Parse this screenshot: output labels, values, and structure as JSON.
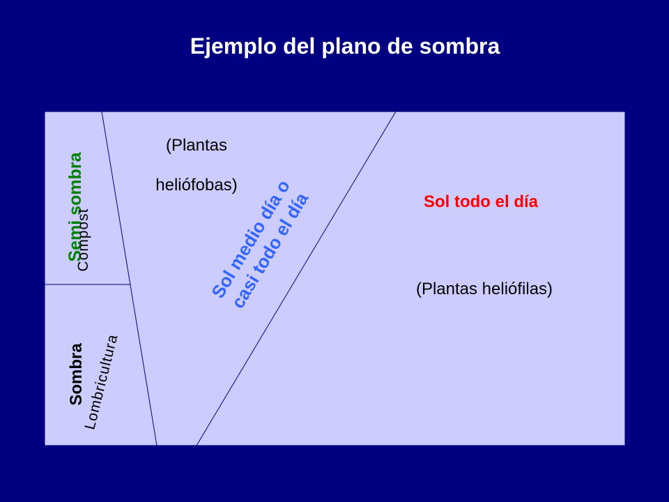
{
  "title": "Ejemplo del plano de sombra",
  "zones": {
    "semi_sombra": {
      "name": "Semi sombra",
      "use": "Compost"
    },
    "sombra": {
      "name": "Sombra",
      "use": "Lombricultura"
    },
    "sol_medio": {
      "line1": "Sol medio día o",
      "line2": "casi todo el día"
    },
    "heliofobas": {
      "line1": "(Plantas",
      "line2": "heliófobas)"
    },
    "sol_todo": {
      "name": "Sol todo el día",
      "plants": "(Plantas heliófilas)"
    }
  },
  "colors": {
    "background": "#000080",
    "plan_fill": "#ccccff",
    "line": "#000080",
    "semi_sombra": "#008000",
    "sol_medio": "#3366ff",
    "sol_todo": "#ff0000"
  }
}
